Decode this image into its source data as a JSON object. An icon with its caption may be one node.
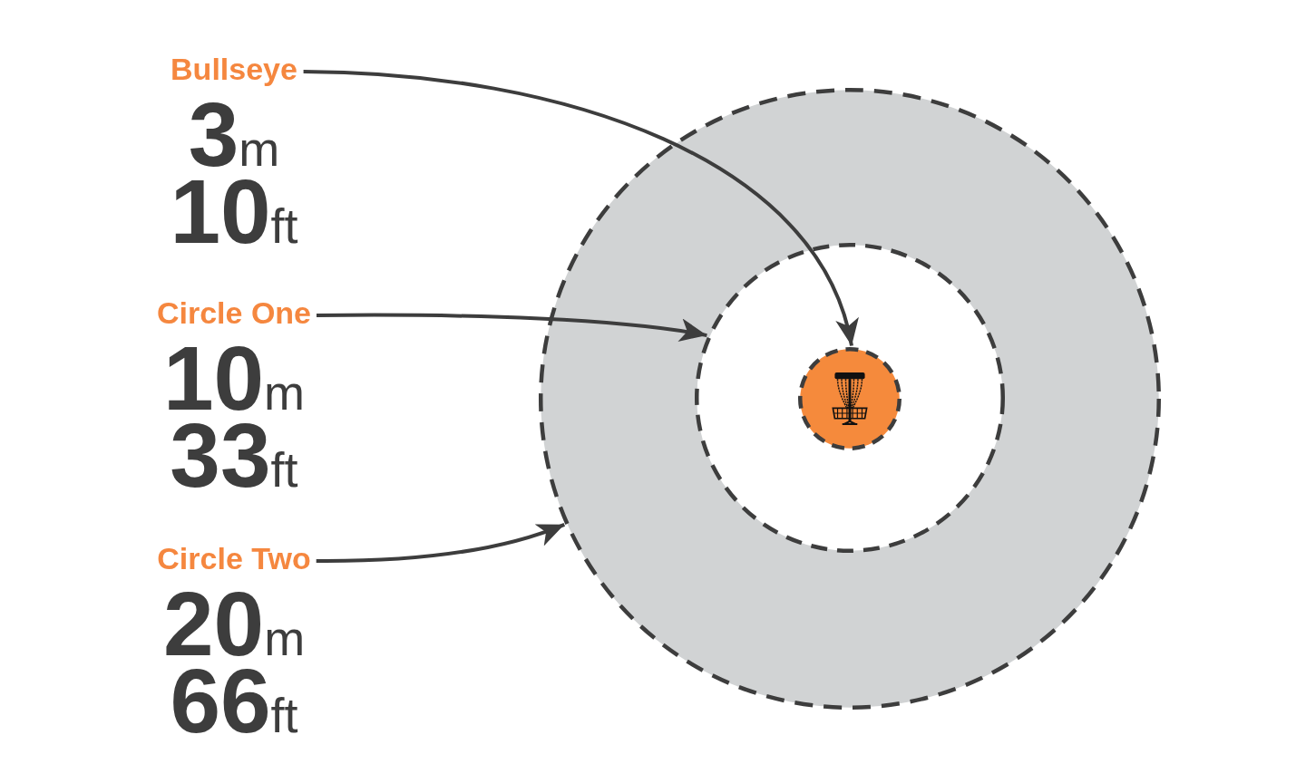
{
  "diagram": {
    "nodes": [
      {
        "text": [
          "Bullseye",
          "3m",
          "10ft"
        ]
      },
      {
        "text": [
          "Circle One",
          "10m",
          "33ft"
        ]
      },
      {
        "text": [
          "Circle Two",
          "20m",
          "66ft"
        ]
      },
      {
        "text": [],
        "shape": "circle"
      },
      {
        "text": [],
        "shape": "circle",
        "in": 3
      },
      {
        "text": [],
        "shape": "circle",
        "in": 4
      }
    ],
    "edges": [
      {
        "from": 0,
        "to": 5,
        "arrow": "to"
      },
      {
        "from": 1,
        "to": 4,
        "arrow": "to"
      },
      {
        "from": 2,
        "to": 3,
        "arrow": "to"
      }
    ]
  }
}
